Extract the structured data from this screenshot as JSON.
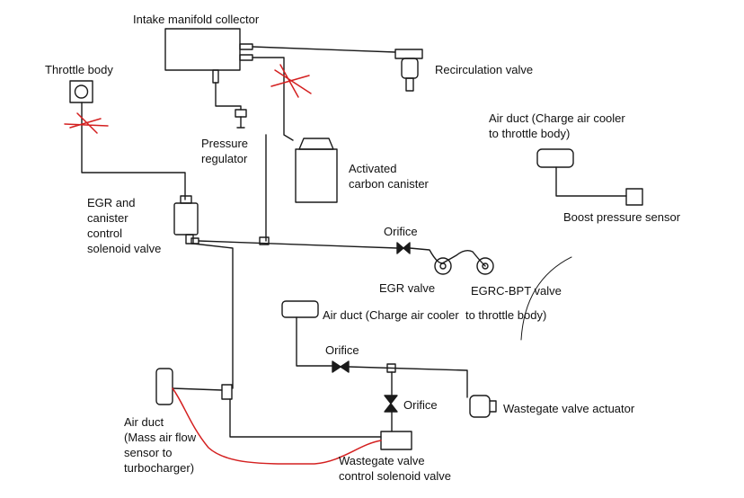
{
  "labels": {
    "intake_manifold_collector": "Intake manifold collector",
    "throttle_body": "Throttle body",
    "recirculation_valve": "Recirculation valve",
    "pressure_regulator": "Pressure\nregulator",
    "activated_carbon_canister": "Activated\ncarbon canister",
    "air_duct_upper": "Air duct (Charge air cooler\nto throttle body)",
    "boost_pressure_sensor": "Boost pressure sensor",
    "egr_solenoid": "EGR and\ncanister\ncontrol\nsolenoid valve",
    "orifice_egr": "Orifice",
    "egr_valve": "EGR valve",
    "egrc_bpt_valve": "EGRC-BPT valve",
    "air_duct_mid": "Air duct (Charge air cooler  to throttle body)",
    "orifice_mid": "Orifice",
    "orifice_vertical": "Orifice",
    "wastegate_actuator": "Wastegate valve actuator",
    "air_duct_maf": "Air duct\n(Mass air flow\nsensor to\nturbocharger)",
    "wastegate_solenoid": "Wastegate valve\ncontrol solenoid valve"
  },
  "annotation_color": "#d42020",
  "line_color": "#1a1a1a"
}
